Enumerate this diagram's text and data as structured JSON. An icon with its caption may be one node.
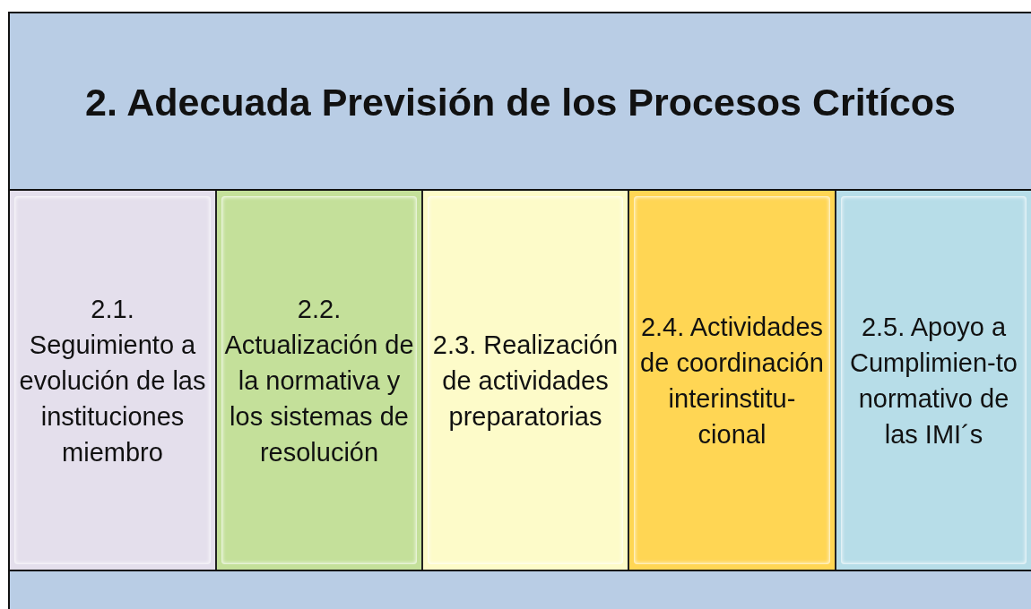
{
  "diagram": {
    "nodes": [
      {
        "text": [
          "2. Adecuada Previsión de los Procesos Critícos"
        ]
      },
      {
        "text": [
          "2.1. Seguimiento a evolución de las instituciones miembro"
        ],
        "in": 0
      },
      {
        "text": [
          "2.2. Actualización de la normativa y los sistemas de resolución"
        ],
        "in": 0
      },
      {
        "text": [
          "2.3. Realización de actividades preparatorias"
        ],
        "in": 0
      },
      {
        "text": [
          "2.4. Actividades de coordinación interinstitu-cional"
        ],
        "in": 0
      },
      {
        "text": [
          "2.5. Apoyo a Cumplimien-to normativo de las IMI´s"
        ],
        "in": 0
      }
    ]
  }
}
